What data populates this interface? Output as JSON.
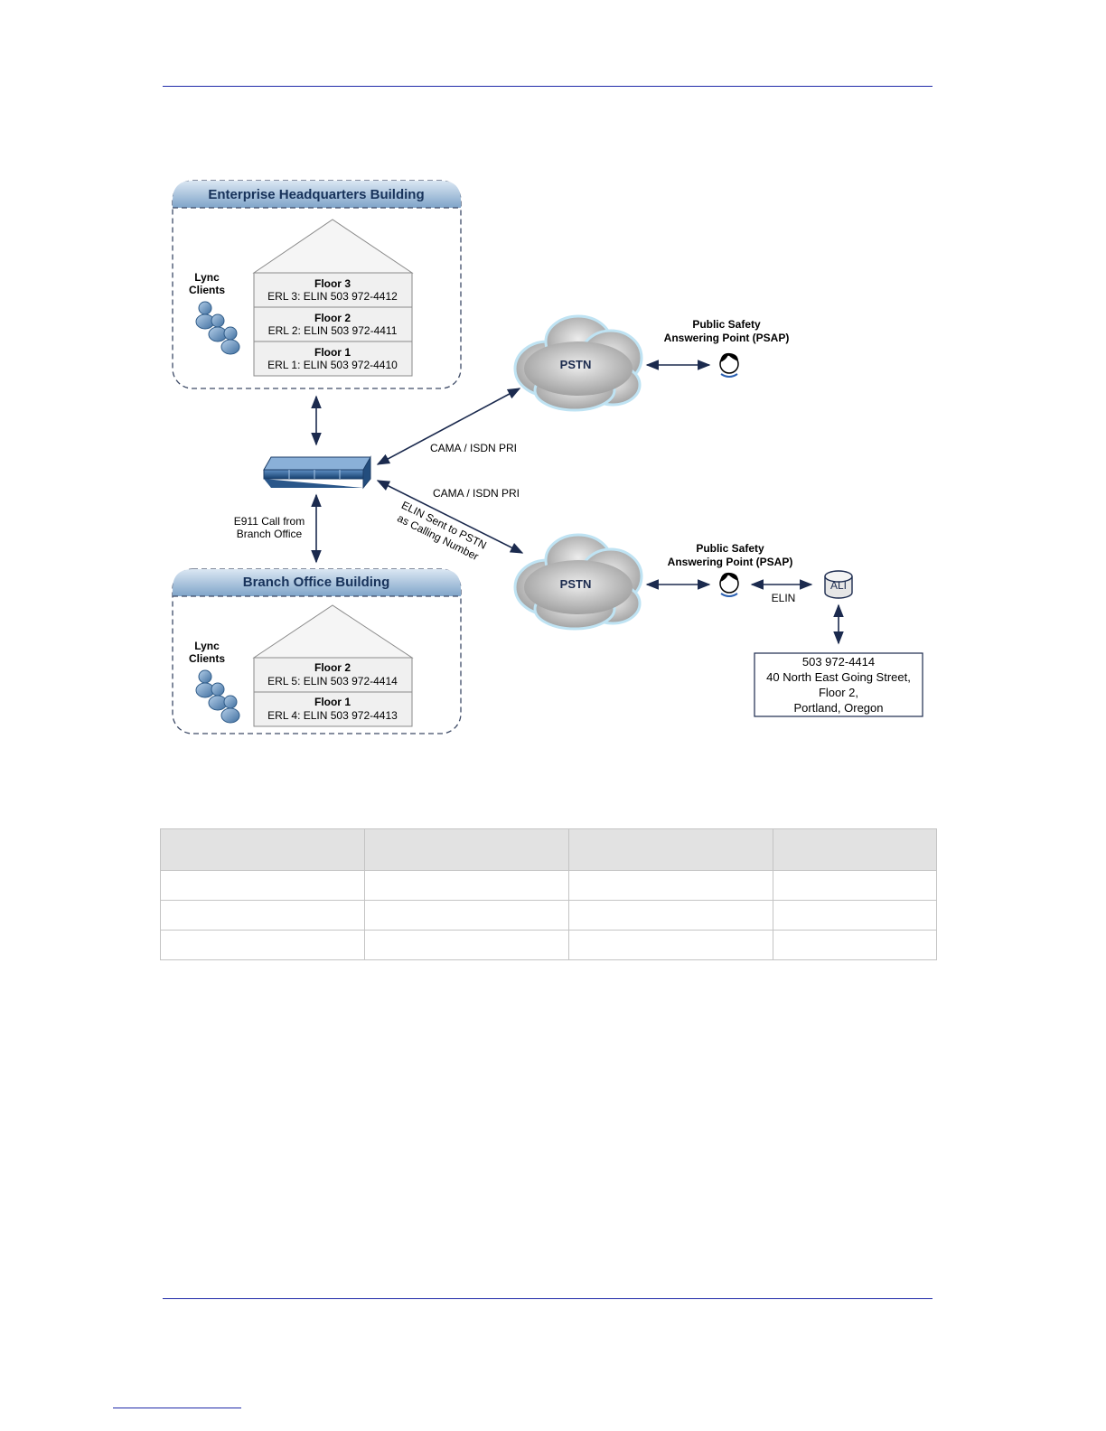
{
  "diagram": {
    "hq_building": {
      "title": "Enterprise Headquarters Building",
      "clients_label": [
        "Lync",
        "Clients"
      ],
      "floors": [
        {
          "name": "Floor 3",
          "erl": "ERL 3: ELIN 503 972-4412"
        },
        {
          "name": "Floor 2",
          "erl": "ERL 2: ELIN 503 972-4411"
        },
        {
          "name": "Floor 1",
          "erl": "ERL 1: ELIN 503 972-4410"
        }
      ]
    },
    "branch_building": {
      "title": "Branch Office Building",
      "clients_label": [
        "Lync",
        "Clients"
      ],
      "floors": [
        {
          "name": "Floor 2",
          "erl": "ERL 5: ELIN 503 972-4414"
        },
        {
          "name": "Floor 1",
          "erl": "ERL 4: ELIN 503 972-4413"
        }
      ]
    },
    "branch_call_label": [
      "E911 Call from",
      "Branch Office"
    ],
    "link_upper_label": "CAMA / ISDN PRI",
    "link_lower_label": "CAMA / ISDN PRI",
    "elin_sent_label": [
      "ELIN Sent to PSTN",
      "as Calling Number"
    ],
    "pstn_top": "PSTN",
    "pstn_bottom": "PSTN",
    "psap_top": [
      "Public Safety",
      "Answering Point (PSAP)"
    ],
    "psap_bottom": [
      "Public Safety",
      "Answering Point (PSAP)"
    ],
    "elin_label": "ELIN",
    "ali_label": "ALI",
    "ali_record": [
      "503 972-4414",
      "40 North East Going Street,",
      "Floor 2,",
      "Portland, Oregon"
    ]
  },
  "table": {
    "columns": [
      "",
      "",
      "",
      ""
    ],
    "rows": [
      [
        "",
        "",
        "",
        ""
      ],
      [
        "",
        "",
        "",
        ""
      ],
      [
        "",
        "",
        "",
        ""
      ]
    ]
  }
}
